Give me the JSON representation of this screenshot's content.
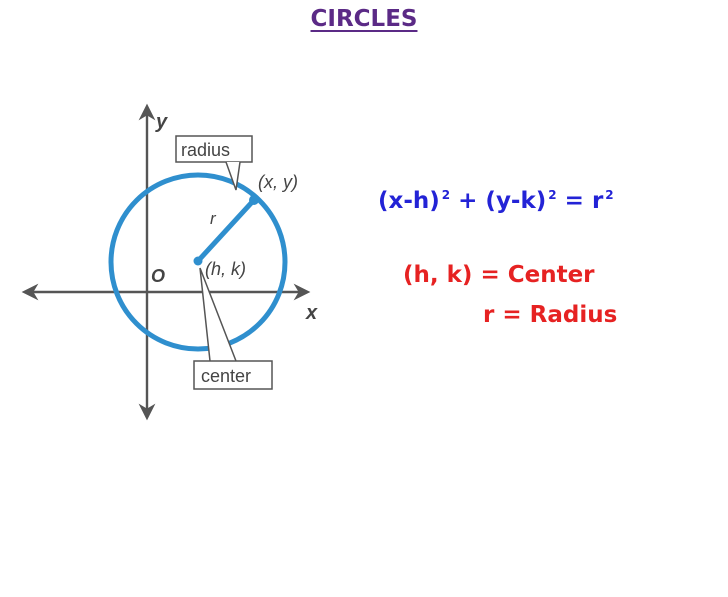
{
  "title": "CIRCLES",
  "colors": {
    "title": "#5b2a86",
    "circle": "#2f8fce",
    "equation": "#2323d6",
    "definitions": "#e62222",
    "ink": "#333333"
  },
  "diagram": {
    "axis_x_label": "x",
    "axis_y_label": "y",
    "origin_label": "O",
    "radius_callout": "radius",
    "center_callout": "center",
    "point_label": "(x, y)",
    "center_point_label": "(h, k)",
    "r_label": "r"
  },
  "equation": {
    "t1": "(x-h)",
    "e1": "2",
    "t2": " + (y-k)",
    "e2": "2",
    "t3": " = r",
    "e3": "2"
  },
  "definitions": {
    "center": "(h, k) = Center",
    "radius": "r = Radius"
  }
}
